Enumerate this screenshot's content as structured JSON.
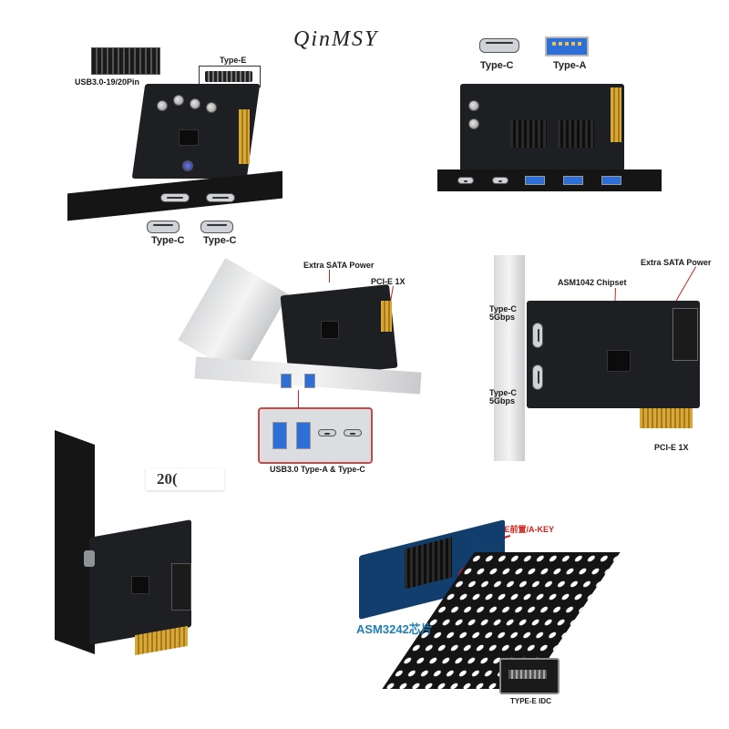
{
  "brand": "QinMSY",
  "panel1": {
    "label_header": "USB3.0-19/20Pin",
    "label_typee": "Type-E",
    "label_c1": "Type-C",
    "label_c2": "Type-C"
  },
  "panel2": {
    "label_c": "Type-C",
    "label_a": "Type-A"
  },
  "panel3": {
    "label_sata": "Extra SATA Power",
    "label_pcie": "PCI-E 1X",
    "label_ports": "USB3.0 Type-A & Type-C"
  },
  "panel4": {
    "label_chip": "ASM1042 Chipset",
    "label_sata": "Extra SATA Power",
    "label_c_top": "Type-C",
    "label_c_top_speed": "5Gbps",
    "label_c_bot": "Type-C",
    "label_c_bot_speed": "5Gbps",
    "label_pcie": "PCI-E 1X"
  },
  "panel5": {
    "label_partial": "20("
  },
  "panel6": {
    "label_typee_key": "TYPE-E前置/A-KEY",
    "label_chip": "ASM3242芯片",
    "label_idc": "TYPE-E IDC"
  }
}
